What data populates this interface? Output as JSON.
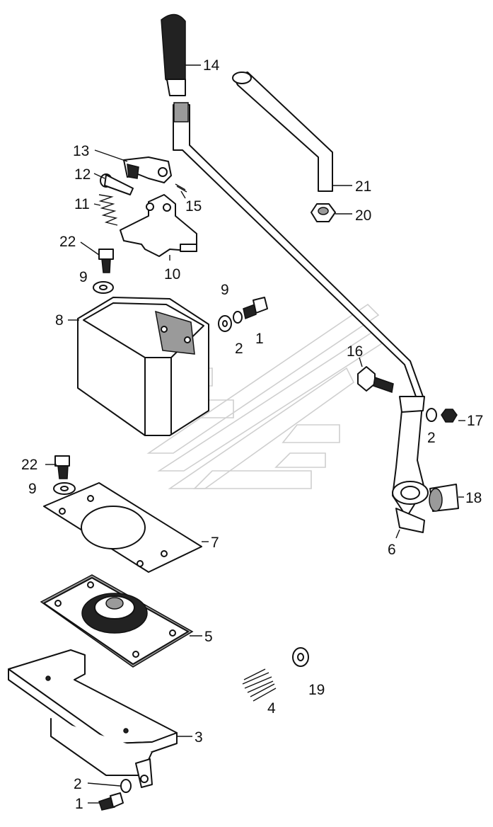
{
  "diagram": {
    "callouts": [
      {
        "id": "c14",
        "label": "14"
      },
      {
        "id": "c13",
        "label": "13"
      },
      {
        "id": "c12",
        "label": "12"
      },
      {
        "id": "c11",
        "label": "11"
      },
      {
        "id": "c15",
        "label": "15"
      },
      {
        "id": "c10",
        "label": "10"
      },
      {
        "id": "c22a",
        "label": "22"
      },
      {
        "id": "c9a",
        "label": "9"
      },
      {
        "id": "c8",
        "label": "8"
      },
      {
        "id": "c9b",
        "label": "9"
      },
      {
        "id": "c2a",
        "label": "2"
      },
      {
        "id": "c1a",
        "label": "1"
      },
      {
        "id": "c21",
        "label": "21"
      },
      {
        "id": "c20",
        "label": "20"
      },
      {
        "id": "c16",
        "label": "16"
      },
      {
        "id": "c17",
        "label": "17"
      },
      {
        "id": "c2b",
        "label": "2"
      },
      {
        "id": "c18",
        "label": "18"
      },
      {
        "id": "c6",
        "label": "6"
      },
      {
        "id": "c22b",
        "label": "22"
      },
      {
        "id": "c9c",
        "label": "9"
      },
      {
        "id": "c7",
        "label": "7"
      },
      {
        "id": "c5",
        "label": "5"
      },
      {
        "id": "c4",
        "label": "4"
      },
      {
        "id": "c19",
        "label": "19"
      },
      {
        "id": "c3",
        "label": "3"
      },
      {
        "id": "c2c",
        "label": "2"
      },
      {
        "id": "c1b",
        "label": "1"
      }
    ]
  }
}
